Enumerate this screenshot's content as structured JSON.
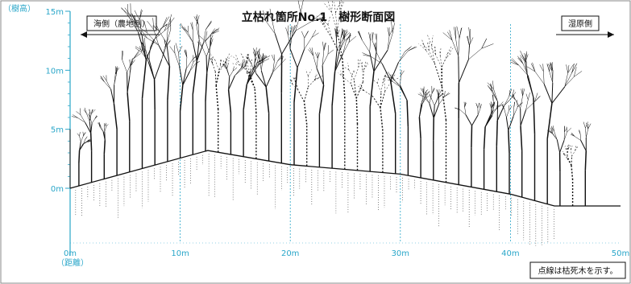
{
  "title": "立枯れ箇所No.1　樹形断面図",
  "left_direction_label": "海側（農地側）",
  "right_direction_label": "湿原側",
  "y_axis_unit": "（樹高）",
  "x_axis_unit": "（距離）",
  "note": "点線は枯死木を示す。",
  "chart_data": {
    "type": "profile",
    "x_ticks": [
      "0m",
      "10m",
      "20m",
      "30m",
      "40m",
      "50m"
    ],
    "y_ticks": [
      "0m",
      "5m",
      "10m",
      "15m"
    ],
    "xlim": [
      0,
      50
    ],
    "ylim": [
      0,
      15
    ],
    "ground_profile": [
      {
        "x": 0,
        "y": 0
      },
      {
        "x": 12.5,
        "y": 3.2
      },
      {
        "x": 20,
        "y": 2
      },
      {
        "x": 30,
        "y": 1.2
      },
      {
        "x": 40,
        "y": -0.5
      },
      {
        "x": 44,
        "y": -1.5
      },
      {
        "x": 50,
        "y": -1.5
      }
    ],
    "dashed_gridlines_x": [
      10,
      20,
      30,
      40
    ],
    "colors": {
      "axis": "#29a6c9",
      "trees": "#111111",
      "ground": "#111111"
    }
  }
}
